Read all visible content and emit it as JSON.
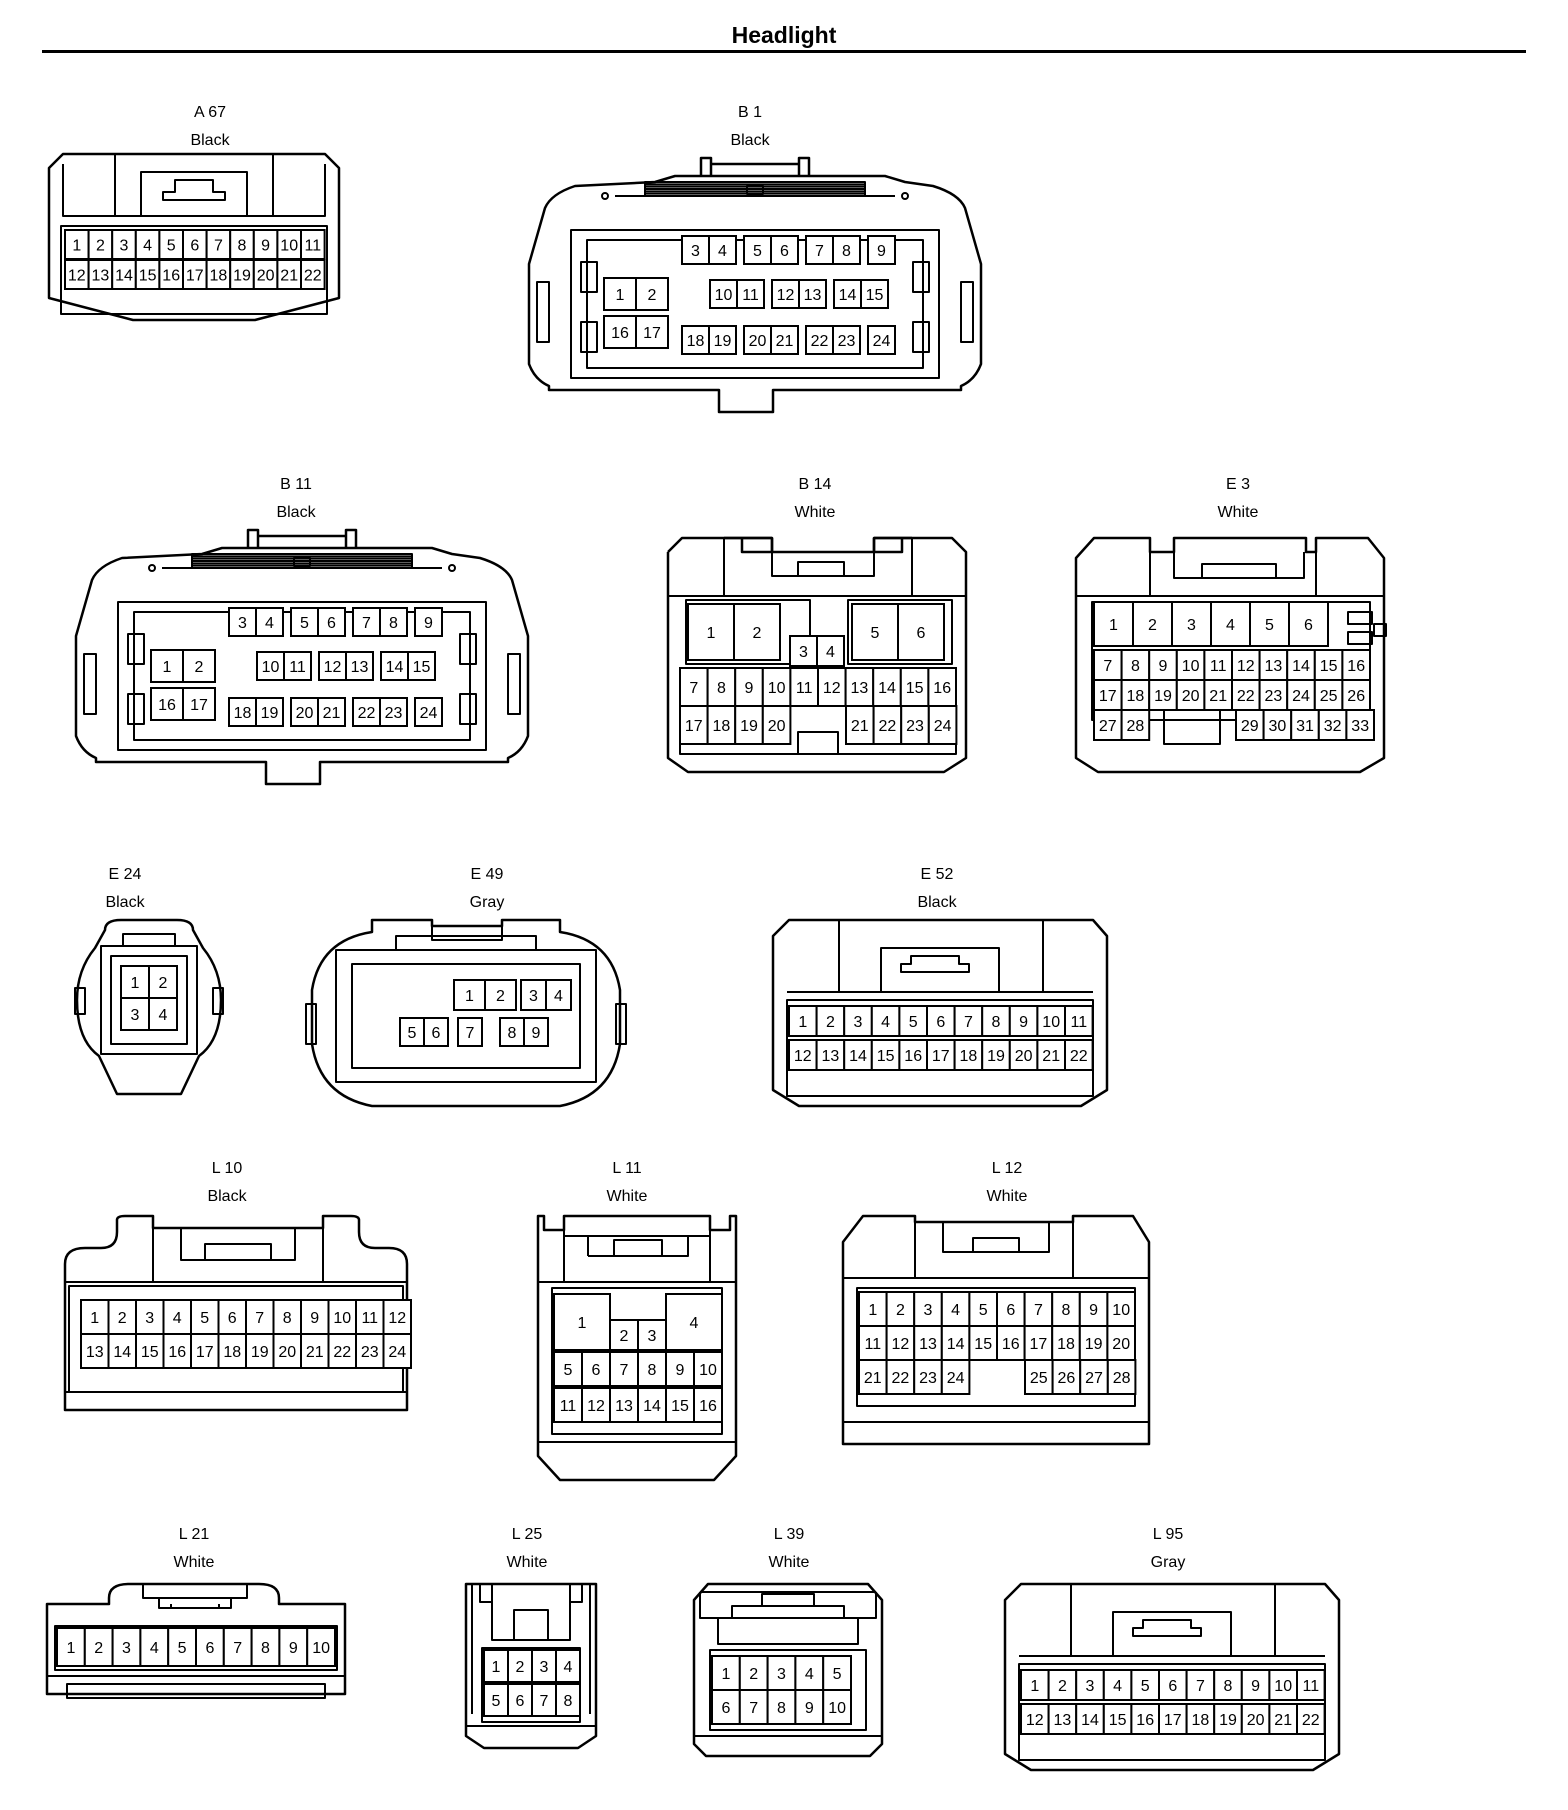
{
  "title": "Headlight",
  "connectors": [
    {
      "id": "A 67",
      "color": "Black"
    },
    {
      "id": "B 1",
      "color": "Black"
    },
    {
      "id": "B 11",
      "color": "Black"
    },
    {
      "id": "B 14",
      "color": "White"
    },
    {
      "id": "E 3",
      "color": "White"
    },
    {
      "id": "E 24",
      "color": "Black"
    },
    {
      "id": "E 49",
      "color": "Gray"
    },
    {
      "id": "E 52",
      "color": "Black"
    },
    {
      "id": "L 10",
      "color": "Black"
    },
    {
      "id": "L 11",
      "color": "White"
    },
    {
      "id": "L 12",
      "color": "White"
    },
    {
      "id": "L 21",
      "color": "White"
    },
    {
      "id": "L 25",
      "color": "White"
    },
    {
      "id": "L 39",
      "color": "White"
    },
    {
      "id": "L 95",
      "color": "Gray"
    }
  ]
}
